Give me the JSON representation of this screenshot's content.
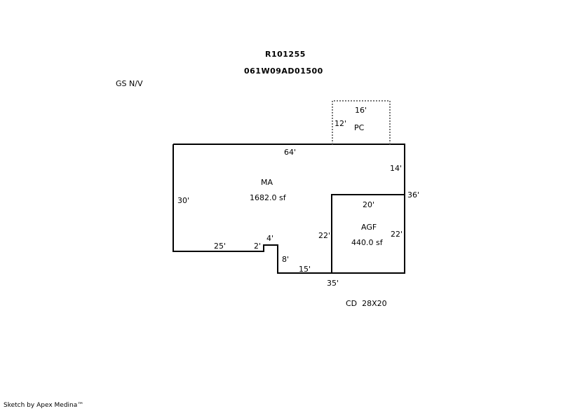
{
  "header": {
    "parcel_id": "R101255",
    "map_number": "061W09AD01500",
    "gs_note": "GS N/V"
  },
  "areas": {
    "main": {
      "code": "MA",
      "area": "1682.0 sf"
    },
    "garage": {
      "code": "AGF",
      "area": "440.0 sf"
    },
    "porch": {
      "code": "PC"
    }
  },
  "dimensions": {
    "pc_width": "16'",
    "pc_depth": "12'",
    "ma_top": "64'",
    "ma_right_upper": "14'",
    "total_right": "36'",
    "ma_left": "30'",
    "ma_bottom_left": "25'",
    "notch_2": "2'",
    "notch_4": "4'",
    "notch_8": "8'",
    "bottom_15": "15'",
    "bottom_35": "35'",
    "agf_top": "20'",
    "agf_left": "22'",
    "agf_right": "22'"
  },
  "notes": {
    "cd": "CD  28X20"
  },
  "footer": {
    "credit": "Sketch by Apex Medina™"
  }
}
